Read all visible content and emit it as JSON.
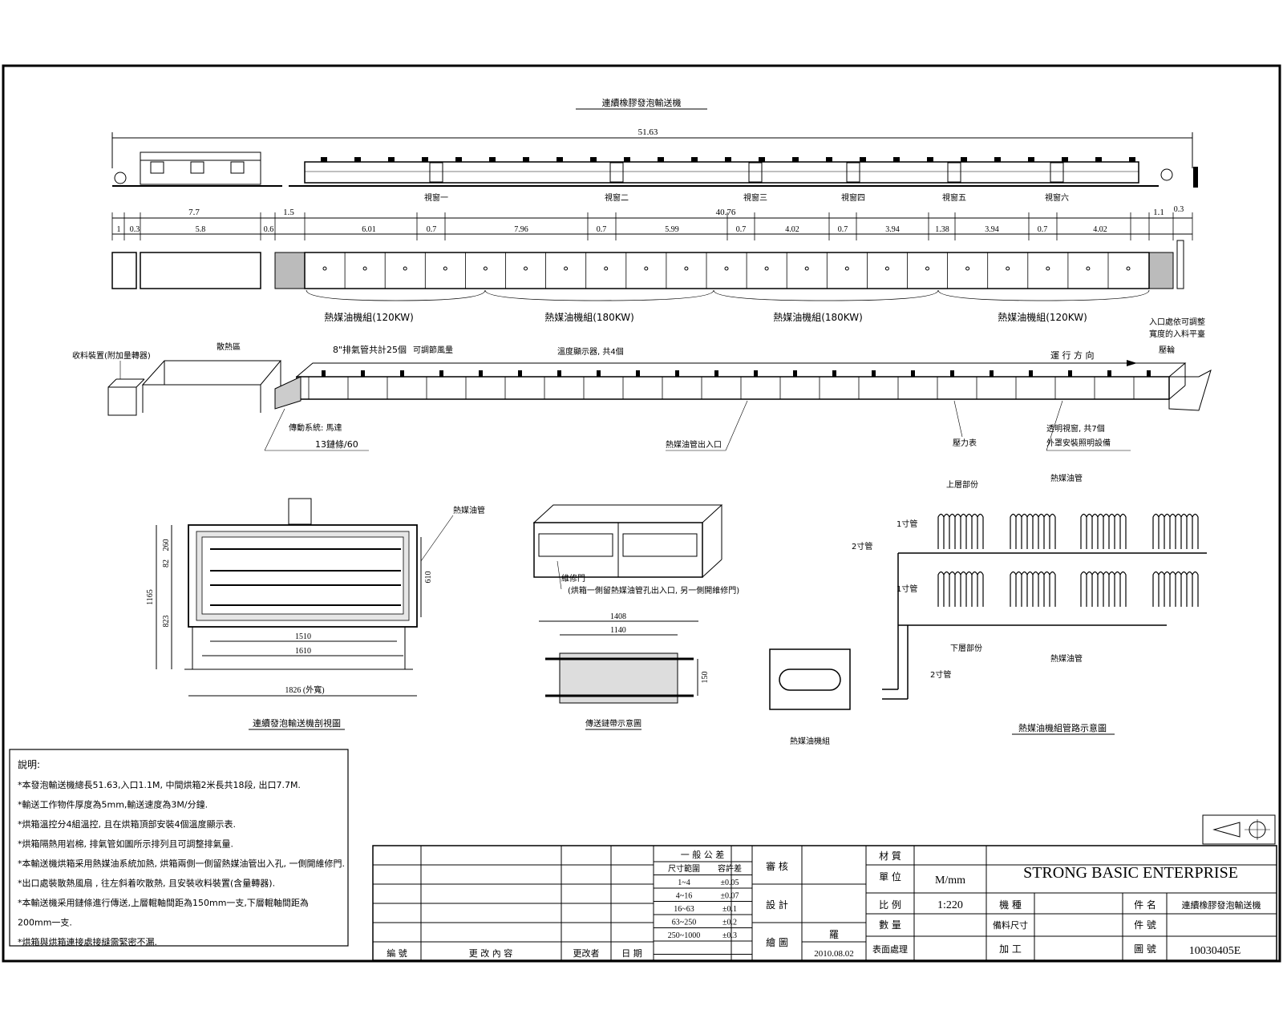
{
  "title": "連續橡膠發泡輸送機",
  "overall_length": "51.63",
  "zones": [
    "視窗一",
    "視窗二",
    "視窗三",
    "視窗四",
    "視窗五",
    "視窗六"
  ],
  "dims_top": {
    "left": "7.7",
    "a1": "1.5",
    "main": "40.76",
    "r1": "1.1",
    "r2": "0.3"
  },
  "dims_sub": [
    "1",
    "0.3",
    "5.8",
    "0.6",
    "6.01",
    "0.7",
    "7.96",
    "0.7",
    "5.99",
    "0.7",
    "4.02",
    "0.7",
    "3.94",
    "1.38",
    "3.94",
    "0.7",
    "4.02"
  ],
  "heater_groups": [
    "熱媒油機組(120KW)",
    "熱媒油機組(180KW)",
    "熱媒油機組(180KW)",
    "熱媒油機組(120KW)"
  ],
  "inlet_note": [
    "入口處依可調整",
    "寬度的入料平臺"
  ],
  "labels_iso": {
    "collector": "收料裝置(附加量轉器)",
    "cooling": "散熱區",
    "exhaust": "8\"排氣管共計25個",
    "adjust": "可調節風量",
    "temp": "溫度顯示器, 共4個",
    "direction": "運 行 方 向",
    "roller": "壓輪",
    "drive": "傳動系統: 馬達",
    "chain": "13鏈條/60",
    "oil_io": "熱媒油管出入口",
    "pressure": "壓力表",
    "window_note1": "透明視窗, 共7個",
    "window_note2": "外罩安裝照明設備"
  },
  "section": {
    "oil_pipe": "熱媒油管",
    "d260": "260",
    "d82": "82",
    "d1165": "1165",
    "d823": "823",
    "d610": "610",
    "d1510": "1510",
    "d1610": "1610",
    "d1826": "1826 (外寬)",
    "caption": "連續發泡輸送機剖視圖"
  },
  "door": {
    "label": "維修門",
    "note": "(烘箱一側留熱媒油管孔出入口, 另一側開維修門)"
  },
  "belt": {
    "d1408": "1408",
    "d1140": "1140",
    "d150": "150",
    "caption": "傳送鏈帶示意圖"
  },
  "piping": {
    "upper": "上層部份",
    "lower": "下層部份",
    "oil_pipe": "熱媒油管",
    "pipe1": "1寸管",
    "pipe2": "2寸管",
    "unit": "熱媒油機組",
    "caption": "熱媒油機組管路示意圖"
  },
  "notes": {
    "heading": "說明:",
    "lines": [
      "*本發泡輸送機總長51.63,入口1.1M, 中間烘箱2米長共18段, 出口7.7M.",
      "*輸送工作物件厚度為5mm,輸送速度為3M/分鐘.",
      "*烘箱溫控分4組溫控, 且在烘箱頂部安裝4個溫度顯示表.",
      "*烘箱隔熱用岩棉, 排氣管如圖所示排列且可調整排氣量.",
      "*本輸送機烘箱采用熱媒油系統加熱, 烘箱兩側一側留熱媒油管出入孔, 一側開維修門.",
      "*出口處裝散熱風扇 , 往左斜着吹散熱, 且安裝收料裝置(含量轉器).",
      "*本輸送機采用鏈條進行傳送,上層輥軸間距為150mm一支,下層輥軸間距為",
      "200mm一支.",
      "*烘箱與烘箱連接處接縫需緊密不漏."
    ]
  },
  "titleblock": {
    "rev_cols": [
      "編 號",
      "更 改 內 容",
      "更改者",
      "日 期"
    ],
    "tol_head": "一 般 公 差",
    "tol_cols": [
      "尺寸範圍",
      "容許差"
    ],
    "tol_rows": [
      [
        "1~4",
        "±0.05"
      ],
      [
        "4~16",
        "±0.07"
      ],
      [
        "16~63",
        "±0.1"
      ],
      [
        "63~250",
        "±0.2"
      ],
      [
        "250~1000",
        "±0.3"
      ]
    ],
    "check": "審 核",
    "design": "設 計",
    "draw": "繪 圖",
    "drawer": "羅",
    "date": "2010.08.02",
    "material": "材 質",
    "unit": "單 位",
    "unit_val": "M/mm",
    "scale": "比 例",
    "scale_val": "1:220",
    "qty": "數 量",
    "surface": "表面處理",
    "company": "STRONG BASIC ENTERPRISE",
    "model": "機 種",
    "stock": "備料尺寸",
    "process": "加 工",
    "part_name": "件 名",
    "part_name_val": "連續橡膠發泡輸送機",
    "part_no": "件 號",
    "drawing_no": "圖 號",
    "drawing_no_val": "10030405E"
  }
}
